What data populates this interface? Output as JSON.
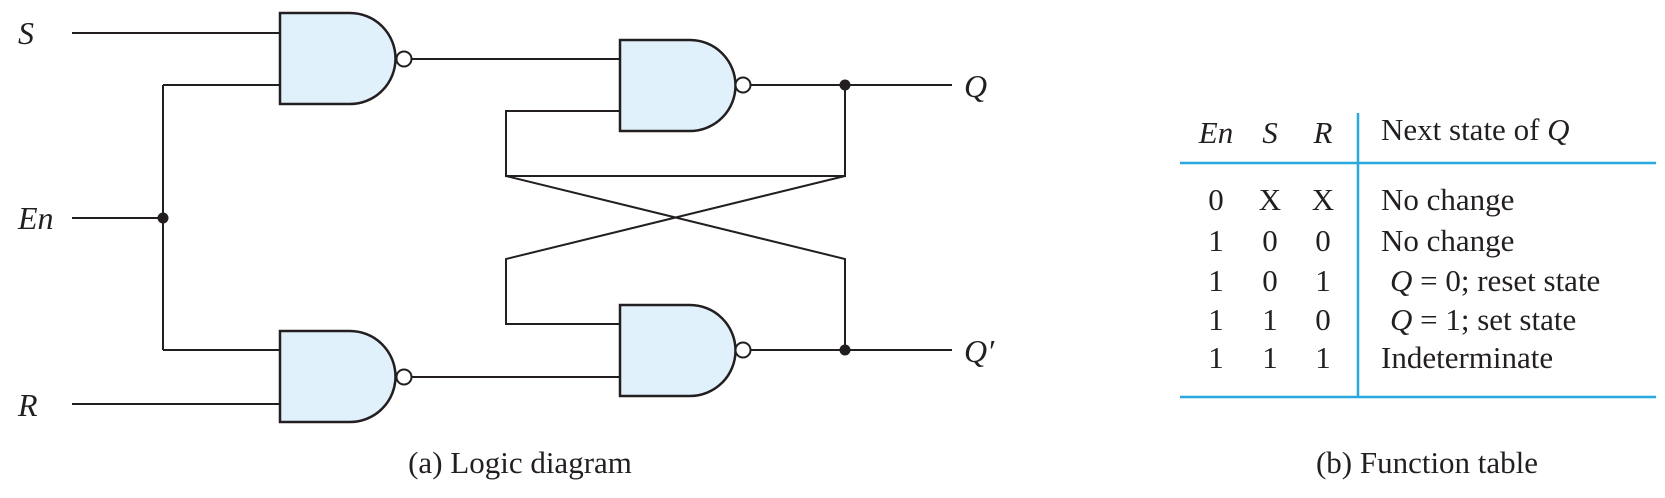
{
  "colors": {
    "gate_fill": "#e1f1fb",
    "table_rule": "#29a8df",
    "ink": "#231f20"
  },
  "diagram": {
    "inputs": {
      "s": "S",
      "en": "En",
      "r": "R"
    },
    "outputs": {
      "q": "Q",
      "q_prime": "Q′"
    },
    "caption": "(a) Logic diagram"
  },
  "table": {
    "headers": {
      "en": "En",
      "s": "S",
      "r": "R",
      "next": "Next state of ",
      "next_var": "Q"
    },
    "rows": [
      {
        "en": "0",
        "s": "X",
        "r": "X",
        "next_var": "",
        "next": "No change"
      },
      {
        "en": "1",
        "s": "0",
        "r": "0",
        "next_var": "",
        "next": "No change"
      },
      {
        "en": "1",
        "s": "0",
        "r": "1",
        "next_var": "Q",
        "next": " = 0; reset state"
      },
      {
        "en": "1",
        "s": "1",
        "r": "0",
        "next_var": "Q",
        "next": " = 1; set state"
      },
      {
        "en": "1",
        "s": "1",
        "r": "1",
        "next_var": "",
        "next": "Indeterminate"
      }
    ],
    "caption": "(b) Function table"
  }
}
